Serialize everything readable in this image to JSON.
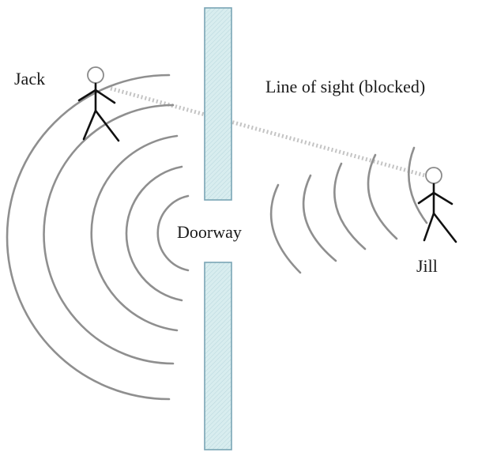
{
  "labels": {
    "jack": "Jack",
    "jill": "Jill",
    "doorway": "Doorway",
    "line_of_sight": "Line of sight (blocked)"
  },
  "colors": {
    "wall_fill": "#d8edef",
    "wall_stroke": "#7aa5b5",
    "wave": "#8f8f8f",
    "sightline": "#c4c4c4",
    "figure": "#111111"
  },
  "wave_sets": {
    "left_count": 5,
    "right_count": 5
  }
}
